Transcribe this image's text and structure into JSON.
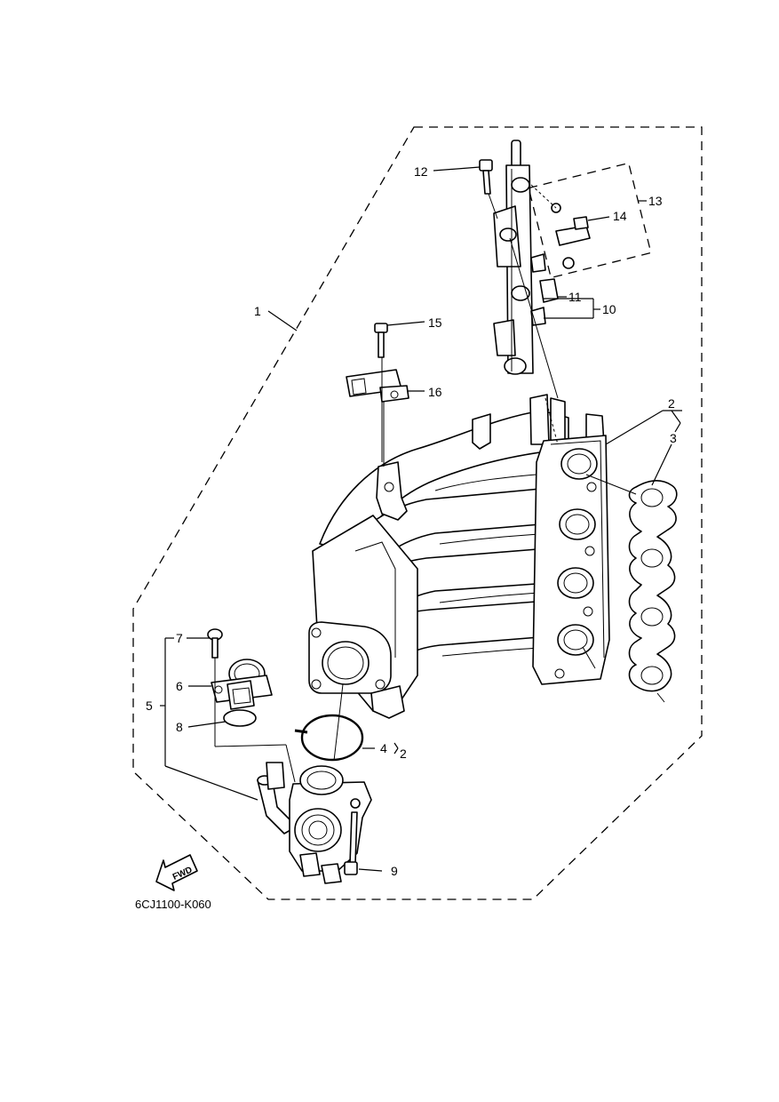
{
  "diagram_code": "6CJ1100-K060",
  "fwd_label": "FWD",
  "callouts": {
    "c1": "1",
    "c2a": "2",
    "c3": "3",
    "c4": "4",
    "c4_group": "2",
    "c5": "5",
    "c6": "6",
    "c7": "7",
    "c8": "8",
    "c9": "9",
    "c10": "10",
    "c11": "11",
    "c12": "12",
    "c13": "13",
    "c14": "14",
    "c15": "15",
    "c16": "16"
  }
}
